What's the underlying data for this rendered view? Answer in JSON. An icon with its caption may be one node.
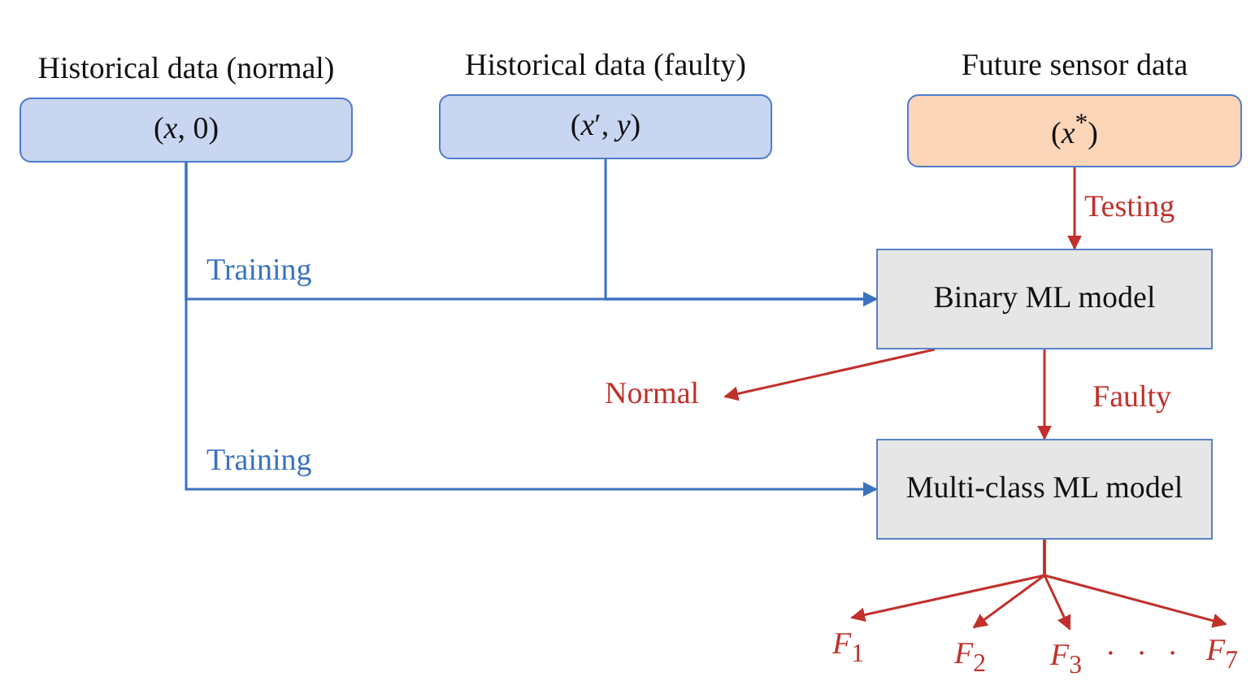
{
  "diagram": {
    "nodes": [
      {
        "text": [
          "Historical data (normal)",
          "(*x*, 0)"
        ]
      },
      {
        "text": [
          "Historical data (faulty)",
          "(*x*′, *y*)"
        ]
      },
      {
        "text": [
          "Future sensor data",
          "(*x*$^{*}$)"
        ]
      },
      {
        "text": [
          "Binary ML model"
        ]
      },
      {
        "text": [
          "Normal"
        ]
      },
      {
        "text": [
          "Multi-class ML model"
        ]
      },
      {
        "text": [
          "*F*$_{1}$"
        ]
      },
      {
        "text": [
          "*F*$_{2}$"
        ]
      },
      {
        "text": [
          "*F*$_{3}$"
        ]
      },
      {
        "text": [
          "*F*$_{7}$"
        ]
      }
    ],
    "edges": [
      {
        "from": 0,
        "to": 3,
        "arrow": "to",
        "label": "Training",
        "color": "#3a73bd"
      },
      {
        "from": 1,
        "to": 3,
        "arrow": "to",
        "color": "#3a73bd"
      },
      {
        "from": 0,
        "to": 5,
        "arrow": "to",
        "label": "Training",
        "color": "#3a73bd"
      },
      {
        "from": 2,
        "to": 3,
        "arrow": "to",
        "label": "Testing"
      },
      {
        "from": 3,
        "to": 4,
        "arrow": "to"
      },
      {
        "from": 3,
        "to": 5,
        "arrow": "to",
        "label": "Faulty"
      },
      {
        "from": 5,
        "to": 6,
        "arrow": "to"
      },
      {
        "from": 5,
        "to": 7,
        "arrow": "to"
      },
      {
        "from": 5,
        "to": 8,
        "arrow": "to"
      },
      {
        "from": 5,
        "to": 9,
        "arrow": "to"
      }
    ],
    "labels": [
      "· · ·"
    ]
  }
}
